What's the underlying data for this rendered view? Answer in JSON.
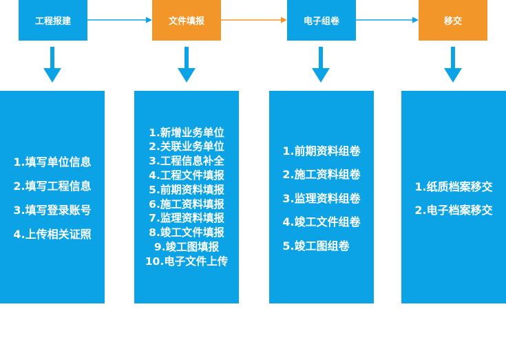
{
  "colors": {
    "blue": "#0ca3e6",
    "orange": "#f3962a"
  },
  "steps": [
    {
      "label": "工程报建"
    },
    {
      "label": "文件填报"
    },
    {
      "label": "电子组卷"
    },
    {
      "label": "移交"
    }
  ],
  "panels": [
    {
      "items": [
        "1.填写单位信息",
        "2.填写工程信息",
        "3.填写登录账号",
        "4.上传相关证照"
      ]
    },
    {
      "items": [
        "1.新增业务单位",
        "2.关联业务单位",
        "3.工程信息补全",
        "4.工程文件填报",
        "5.前期资料填报",
        "6.施工资料填报",
        "7.监理资料填报",
        "8.竣工文件填报",
        "9.竣工图填报",
        "10.电子文件上传"
      ]
    },
    {
      "items": [
        "1.前期资料组卷",
        "2.施工资料组卷",
        "3.监理资料组卷",
        "4.竣工文件组卷",
        "5.竣工图组卷"
      ]
    },
    {
      "items": [
        "1.纸质档案移交",
        "2.电子档案移交"
      ]
    }
  ]
}
